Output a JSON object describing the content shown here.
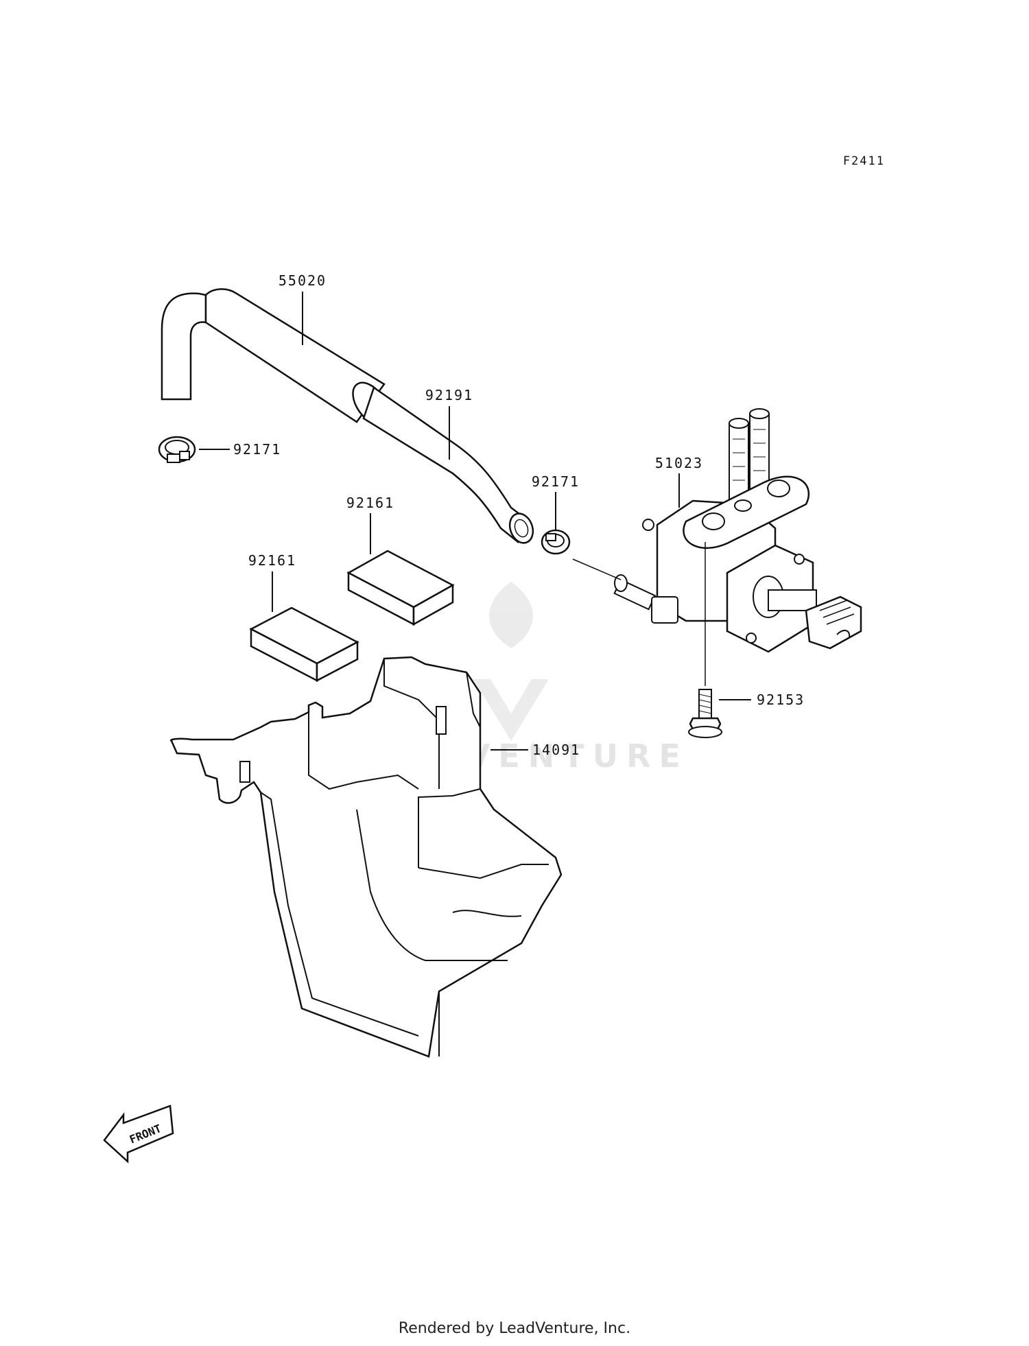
{
  "figure_ref": "F2411",
  "watermark": "LEADVENTURE",
  "footer": "Rendered by LeadVenture, Inc.",
  "front_marker": "FRONT",
  "callouts": {
    "hose_upper": "55020",
    "hose_lower": "92191",
    "clamp_left": "92171",
    "clamp_right": "92171",
    "fuel_cock": "51023",
    "pad_upper": "92161",
    "pad_lower": "92161",
    "bolt": "92153",
    "cover": "14091"
  }
}
